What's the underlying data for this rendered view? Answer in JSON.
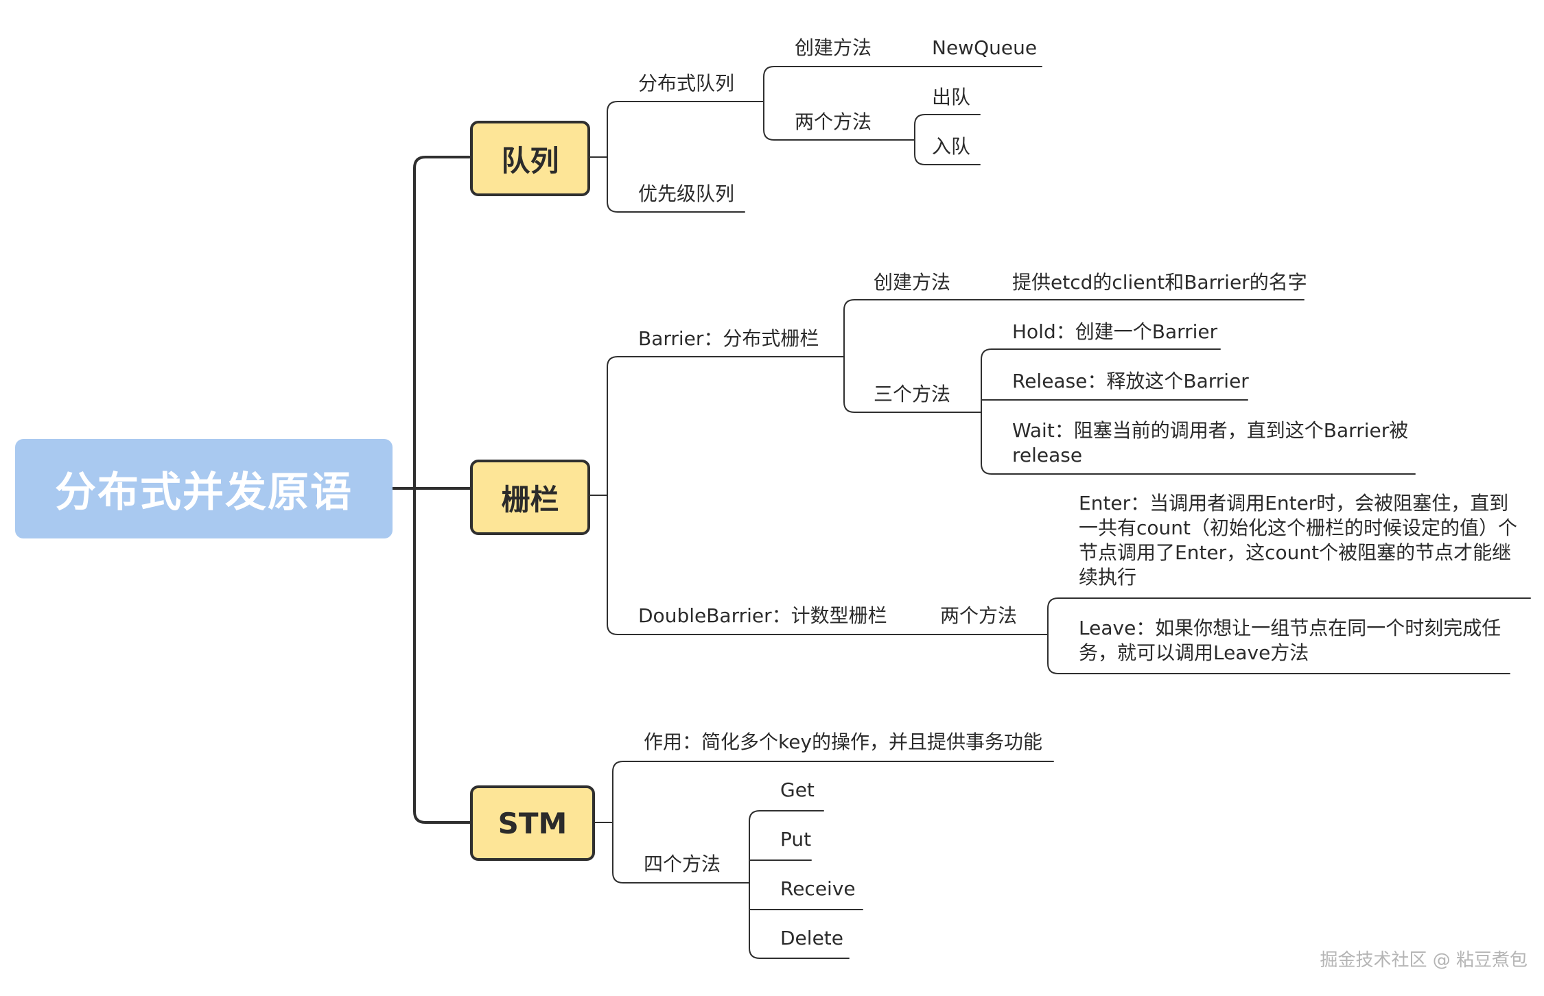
{
  "root": {
    "title": "分布式并发原语"
  },
  "queue": {
    "title": "队列",
    "distributed": "分布式队列",
    "create_method": "创建方法",
    "new_queue": "NewQueue",
    "two_methods": "两个方法",
    "dequeue": "出队",
    "enqueue": "入队",
    "priority": "优先级队列"
  },
  "barrier": {
    "title": "栅栏",
    "barrier_node": "Barrier：分布式栅栏",
    "create_method": "创建方法",
    "create_desc": "提供etcd的client和Barrier的名字",
    "three_methods": "三个方法",
    "hold": "Hold：创建一个Barrier",
    "release": "Release：释放这个Barrier",
    "wait": "Wait：阻塞当前的调用者，直到这个Barrier被release",
    "double": "DoubleBarrier：计数型栅栏",
    "two_methods": "两个方法",
    "enter": "Enter：当调用者调用Enter时，会被阻塞住，直到一共有count（初始化这个栅栏的时候设定的值）个节点调用了Enter，这count个被阻塞的节点才能继续执行",
    "leave": "Leave：如果你想让一组节点在同一个时刻完成任务，就可以调用Leave方法"
  },
  "stm": {
    "title": "STM",
    "purpose": "作用：简化多个key的操作，并且提供事务功能",
    "four_methods": "四个方法",
    "get": "Get",
    "put": "Put",
    "receive": "Receive",
    "delete": "Delete"
  },
  "watermark": "掘金技术社区 @ 粘豆煮包",
  "colors": {
    "root_fill": "#a9c9f0",
    "box_fill": "#fde597",
    "box_border": "#2f2f2f",
    "line": "#2f2f2f"
  }
}
